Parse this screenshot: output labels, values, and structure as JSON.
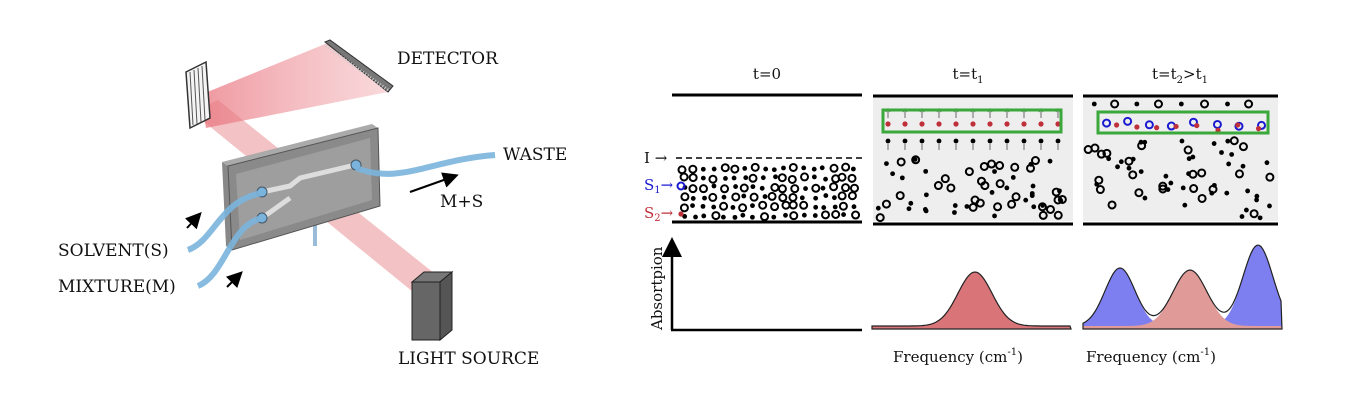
{
  "setup": {
    "detector": "DETECTOR",
    "waste": "WASTE",
    "flow": "M+S",
    "solvent": "SOLVENT(S)",
    "mixture": "MIXTURE(M)",
    "light_source": "LIGHT SOURCE"
  },
  "panels": [
    {
      "title_main": "t=0",
      "title_sub": ""
    },
    {
      "title_main": "t=t",
      "title_sub": "1"
    },
    {
      "title_main": "t=t",
      "title_sub": "2",
      "title_tail": ">t",
      "title_sub2": "1"
    }
  ],
  "markers": {
    "interface": "I",
    "s1": "S",
    "s1_sub": "1",
    "s2": "S",
    "s2_sub": "2"
  },
  "axis": {
    "ylabel": "Absortpion",
    "xlabel": "Frequency (cm",
    "xlabel_sup": "-1",
    "xlabel_close": ")"
  },
  "colors": {
    "solvent_blue": "#1a1ad0",
    "analyte_red": "#c0303a",
    "green_box": "#3aa83a",
    "beam": "#e88a90",
    "tube": "#7ab4dc",
    "peak_red": "#d97579",
    "peak_blue": "#7d7ff0"
  }
}
